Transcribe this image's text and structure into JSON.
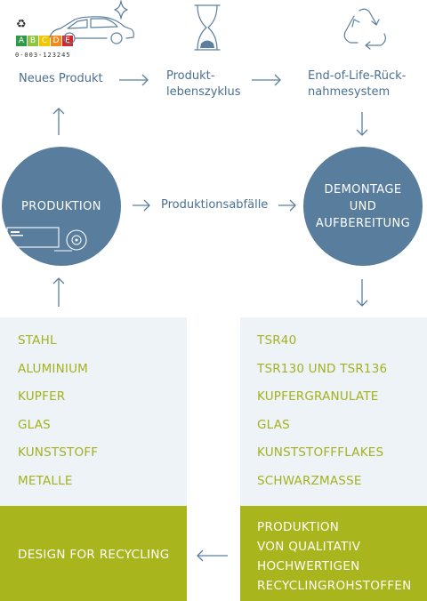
{
  "flow": {
    "new_product": "Neues Produkt",
    "lifecycle_line1": "Produkt-",
    "lifecycle_line2": "lebenszyklus",
    "eol_line1": "End-of-Life-Rück-",
    "eol_line2": "nahmesystem",
    "production_waste": "Produktionsabfälle"
  },
  "circles": {
    "production": "PRODUKTION",
    "dismantle_line1": "DEMONTAGE",
    "dismantle_line2": "UND",
    "dismantle_line3": "AUFBEREITUNG"
  },
  "energy_label": {
    "recycle_symbol": "♻",
    "classes": [
      "A",
      "B",
      "C",
      "D",
      "E"
    ],
    "class_colors": [
      "#2e9a47",
      "#8cc63e",
      "#f2c500",
      "#f08a1d",
      "#d7252b"
    ],
    "code": "0-003-123245"
  },
  "input_materials": [
    "STAHL",
    "ALUMINIUM",
    "KUPFER",
    "GLAS",
    "KUNSTSTOFF",
    "METALLE"
  ],
  "output_materials": [
    "TSR40",
    "TSR130 UND TSR136",
    "KUPFERGRANULATE",
    "GLAS",
    "KUNSTSTOFFFLAKES",
    "SCHWARZMASSE"
  ],
  "design": "DESIGN FOR RECYCLING",
  "raw_materials": {
    "line1": "PRODUKTION",
    "line2": "VON QUALITATIV",
    "line3": "HOCHWERTIGEN",
    "line4": "RECYCLINGROHSTOFFEN"
  },
  "colors": {
    "blue_circle": "#587d9d",
    "blue_text": "#4a6f92",
    "green_panel": "#a9b51c",
    "light_panel": "#eef3f8",
    "green_text": "#a4b11d"
  },
  "icons": [
    "car-icon",
    "sparkle-icon",
    "hourglass-icon",
    "recycle-triangle-icon",
    "battery-icon",
    "device-icon",
    "disc-icon"
  ]
}
